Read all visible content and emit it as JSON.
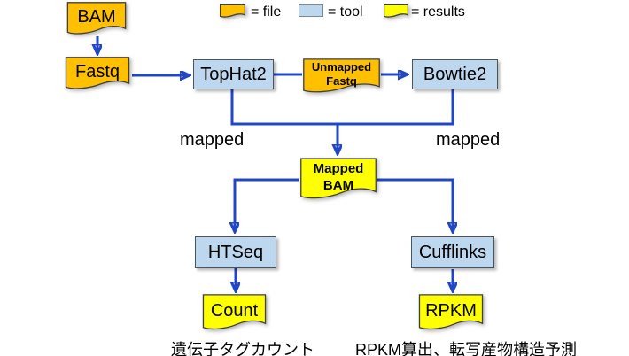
{
  "colors": {
    "file": "#FFC000",
    "tool": "#BDD7EE",
    "results": "#FFFF00",
    "arrow": "#2147C4",
    "outline": "#4a545e",
    "text": "#000000"
  },
  "legend": {
    "items": [
      {
        "id": "file",
        "label": "= file",
        "shape": "document"
      },
      {
        "id": "tool",
        "label": "= tool",
        "shape": "rectangle"
      },
      {
        "id": "results",
        "label": "= results",
        "shape": "document"
      }
    ]
  },
  "nodes": {
    "bam": {
      "label": "BAM",
      "type": "file"
    },
    "fastq": {
      "label": "Fastq",
      "type": "file"
    },
    "tophat2": {
      "label": "TopHat2",
      "type": "tool"
    },
    "unmapped_fastq": {
      "lines": [
        "Unmapped",
        "Fastq"
      ],
      "type": "file"
    },
    "bowtie2": {
      "label": "Bowtie2",
      "type": "tool"
    },
    "mapped_bam": {
      "lines": [
        "Mapped",
        "BAM"
      ],
      "type": "results"
    },
    "htseq": {
      "label": "HTSeq",
      "type": "tool"
    },
    "cufflinks": {
      "label": "Cufflinks",
      "type": "tool"
    },
    "count": {
      "label": "Count",
      "type": "results"
    },
    "rpkm": {
      "label": "RPKM",
      "type": "results"
    }
  },
  "labels": {
    "mapped_left": "mapped",
    "mapped_right": "mapped",
    "caption_left": "遺伝子タグカウント",
    "caption_right": "RPKM算出、転写産物構造予測"
  }
}
